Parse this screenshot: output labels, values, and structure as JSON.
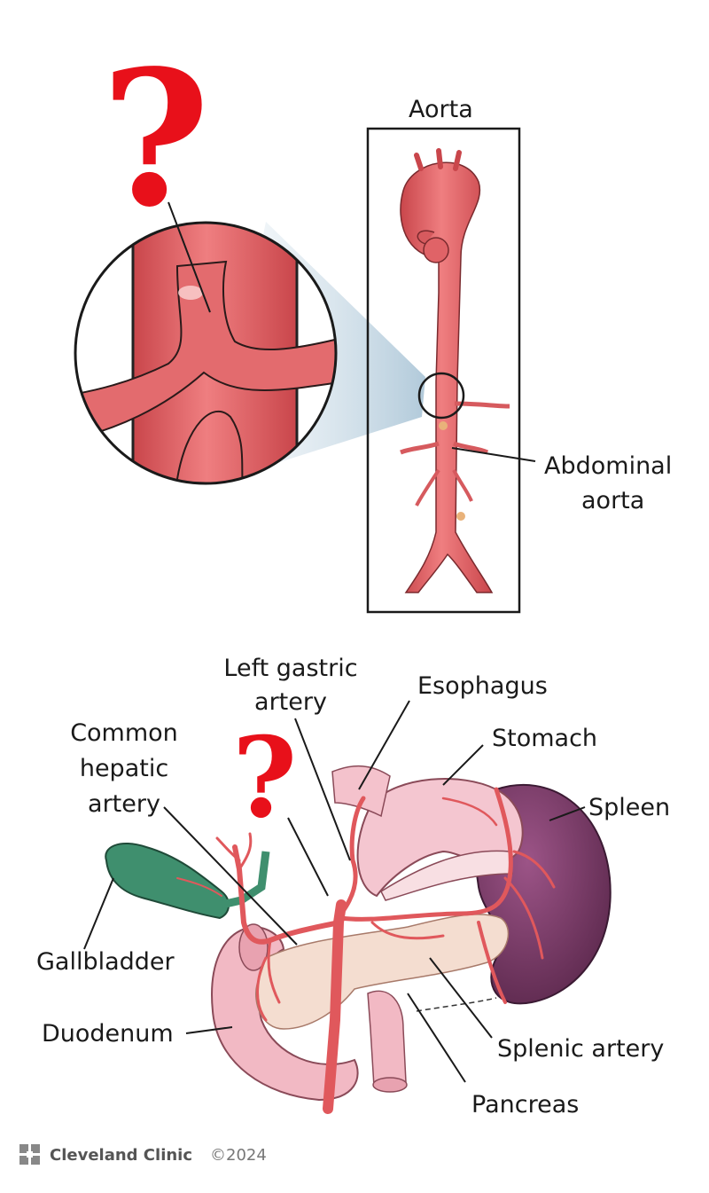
{
  "top_panel": {
    "question_mark": "?",
    "aorta_label": "Aorta",
    "abdominal_aorta_label": [
      "Abdominal",
      "aorta"
    ]
  },
  "bottom_panel": {
    "question_mark": "?",
    "labels": {
      "left_gastric_artery": [
        "Left gastric",
        "artery"
      ],
      "esophagus": "Esophagus",
      "common_hepatic_artery": [
        "Common",
        "hepatic",
        "artery"
      ],
      "stomach": "Stomach",
      "spleen": "Spleen",
      "gallbladder": "Gallbladder",
      "duodenum": "Duodenum",
      "splenic_artery": "Splenic artery",
      "pancreas": "Pancreas"
    }
  },
  "footer": {
    "brand": "Cleveland Clinic",
    "copyright": "©2024"
  },
  "colors": {
    "artery": "#e0585c",
    "artery_dark": "#b8383d",
    "question_mark": "#e8101a",
    "stomach": "#f4c6d0",
    "spleen": "#7a3b68",
    "gallbladder": "#3f8f6e",
    "pancreas": "#f4ddd0",
    "duodenum": "#f2b9c4"
  }
}
